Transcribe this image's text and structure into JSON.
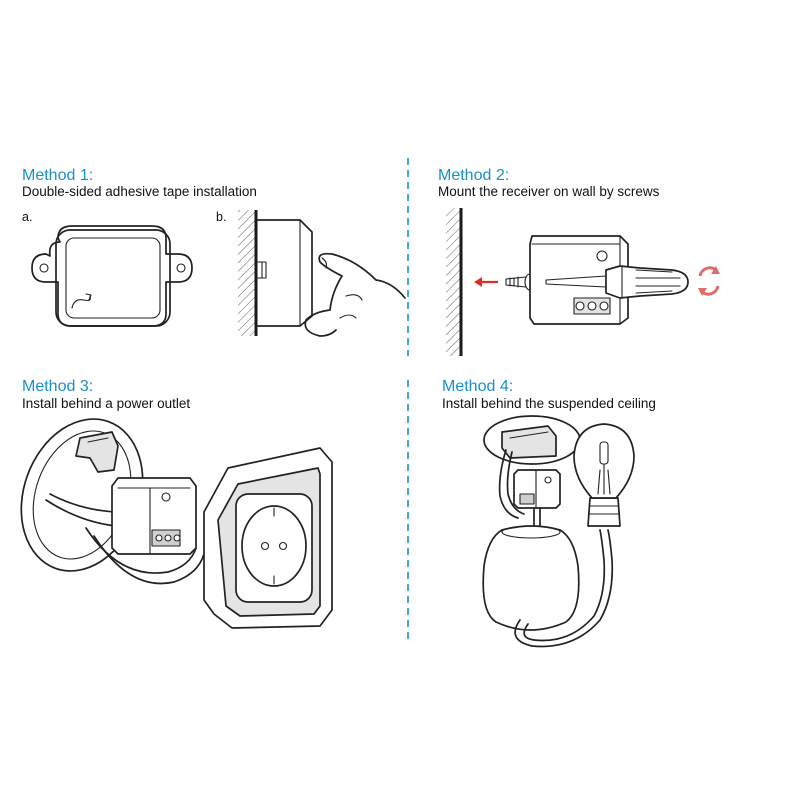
{
  "colors": {
    "accent": "#1a8fcd",
    "arrow": "#d9302c",
    "rotate": "#e06b6b",
    "line": "#222222"
  },
  "methods": [
    {
      "title": "Method 1:",
      "subtitle": "Double-sided adhesive tape installation",
      "steps": [
        "a.",
        "b."
      ]
    },
    {
      "title": "Method 2:",
      "subtitle": "Mount the receiver on wall by screws"
    },
    {
      "title": "Method 3:",
      "subtitle": "Install behind a power outlet"
    },
    {
      "title": "Method 4:",
      "subtitle": "Install behind the suspended ceiling"
    }
  ],
  "icons": [
    "adhesive-arrow-icon",
    "finger-press-icon",
    "screw-icon",
    "screwdriver-icon",
    "rotate-icon",
    "bulb-icon"
  ]
}
